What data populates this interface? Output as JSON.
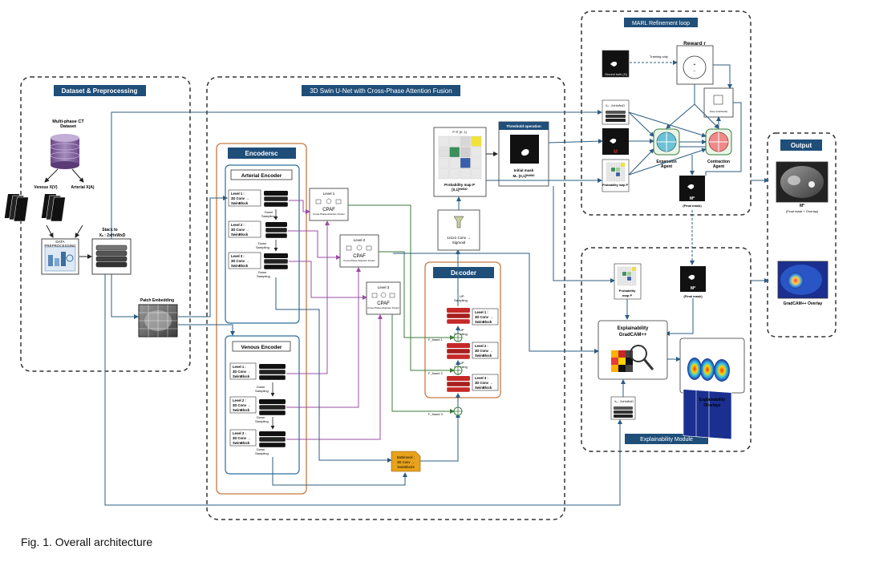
{
  "caption": "Fig. 1.  Overall architecture",
  "sections": {
    "dataset": "Dataset & Preprocessing",
    "unet": "3D Swin U-Net with Cross-Phase Attention Fusion",
    "marl": "MARL Refinement loop",
    "output": "Output",
    "explain": "Explainability Module"
  },
  "dataset": {
    "db_label_1": "Multi-phase CT",
    "db_label_2": "Dataset",
    "venous": "Venous X(V)",
    "arterial": "Arterial X(A)",
    "preproc_1": "DATA",
    "preproc_2": "PREPROCESSING",
    "stack_1": "Stack to",
    "stack_2": "Xₛ : 2xHxWxD",
    "patch": "Patch Embedding"
  },
  "encoders": {
    "title": "Encodersc",
    "arterial_title": "Arterial Encoder",
    "venous_title": "Venous Encoder",
    "level1": "Level 1 :",
    "level2": "Level 2 :",
    "level3": "Level 3 :",
    "conv": "3D Conv →",
    "swin": "SwinBlock",
    "down": "Down",
    "sampling": "Sampling"
  },
  "cpaf": {
    "level1": "Level 1",
    "level2": "Level 2",
    "level3": "Level 3",
    "name": "CPAF",
    "sub": "Cross-Phase Attention Fusion"
  },
  "decoder": {
    "title": "Decoder",
    "up": "UP",
    "sampling": "Sampling",
    "level1": "Level 1 :",
    "level2": "Level 2 :",
    "level3": "Level 3 :",
    "conv": "3D Conv →",
    "swin": "SwinBlock",
    "fused1": "F_fused 1",
    "fused2": "F_fused 2",
    "fused3": "F_fused 3",
    "bottleneck_1": "Bottleneck :",
    "bottleneck_2": "3D Conv →",
    "bottleneck_3": "SwinBlocks",
    "head_1": "1x1x1 Conv →",
    "head_2": "Sigmoid",
    "prob_1": "Probability map P",
    "prob_2": "[0,1]ᴴˣᵂˣᴰ",
    "threshold": "Threshold operation",
    "mask_1": "Initial mask",
    "mask_2": "M₀ {0,1}ᴴˣᵂˣᴰ"
  },
  "marl": {
    "reward": "Reward r",
    "gt": "Ground truth (G)",
    "training": "Training only",
    "xs": "Xₛ : 2xHxWxD",
    "mt": "M",
    "prob": "Probability map P",
    "exp_1": "Expansion",
    "exp_2": "Agent",
    "con_1": "Contraction",
    "con_2": "Agent",
    "final_1": "M*",
    "final_2": "(Final mask)",
    "keep": "Keep (inactivate)"
  },
  "output": {
    "ct_1": "M*",
    "ct_2": "(Final mask + Overlay)",
    "gradcam": "GradCAM++ Overlay"
  },
  "explain": {
    "prob_1": "Probability",
    "prob_2": "map P",
    "final_1": "M*",
    "final_2": "(Final mask)",
    "gradcam_1": "Explainability",
    "gradcam_2": "GradCAM++",
    "overlays_1": "Explainability",
    "overlays_2": "Overlays",
    "xs": "Xₛ : 2xHxWxD"
  },
  "colors": {
    "section_header": "#1f4e79",
    "encoder_border": "#c87941",
    "sub_border": "#2e6f9e",
    "link_blue": "#2c5d82",
    "link_green": "#3c7a3c",
    "link_purple": "#9b4ca3",
    "bottleneck": "#e8a21b",
    "decoder_red": "#c62828",
    "agent_blue": "#6cc1d6",
    "agent_red": "#ef8a8a"
  }
}
